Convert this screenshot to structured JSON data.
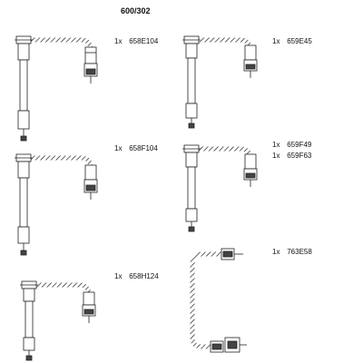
{
  "title": "600/302",
  "parts": [
    {
      "qty": "1x",
      "code": "658E104"
    },
    {
      "qty": "1x",
      "code": "659E45"
    },
    {
      "qty": "1x",
      "code": "658F104"
    },
    {
      "qty": "1x",
      "code": "659F49"
    },
    {
      "qty": "1x",
      "code": "659F63"
    },
    {
      "qty": "1x",
      "code": "763E58"
    },
    {
      "qty": "1x",
      "code": "658H124"
    }
  ]
}
